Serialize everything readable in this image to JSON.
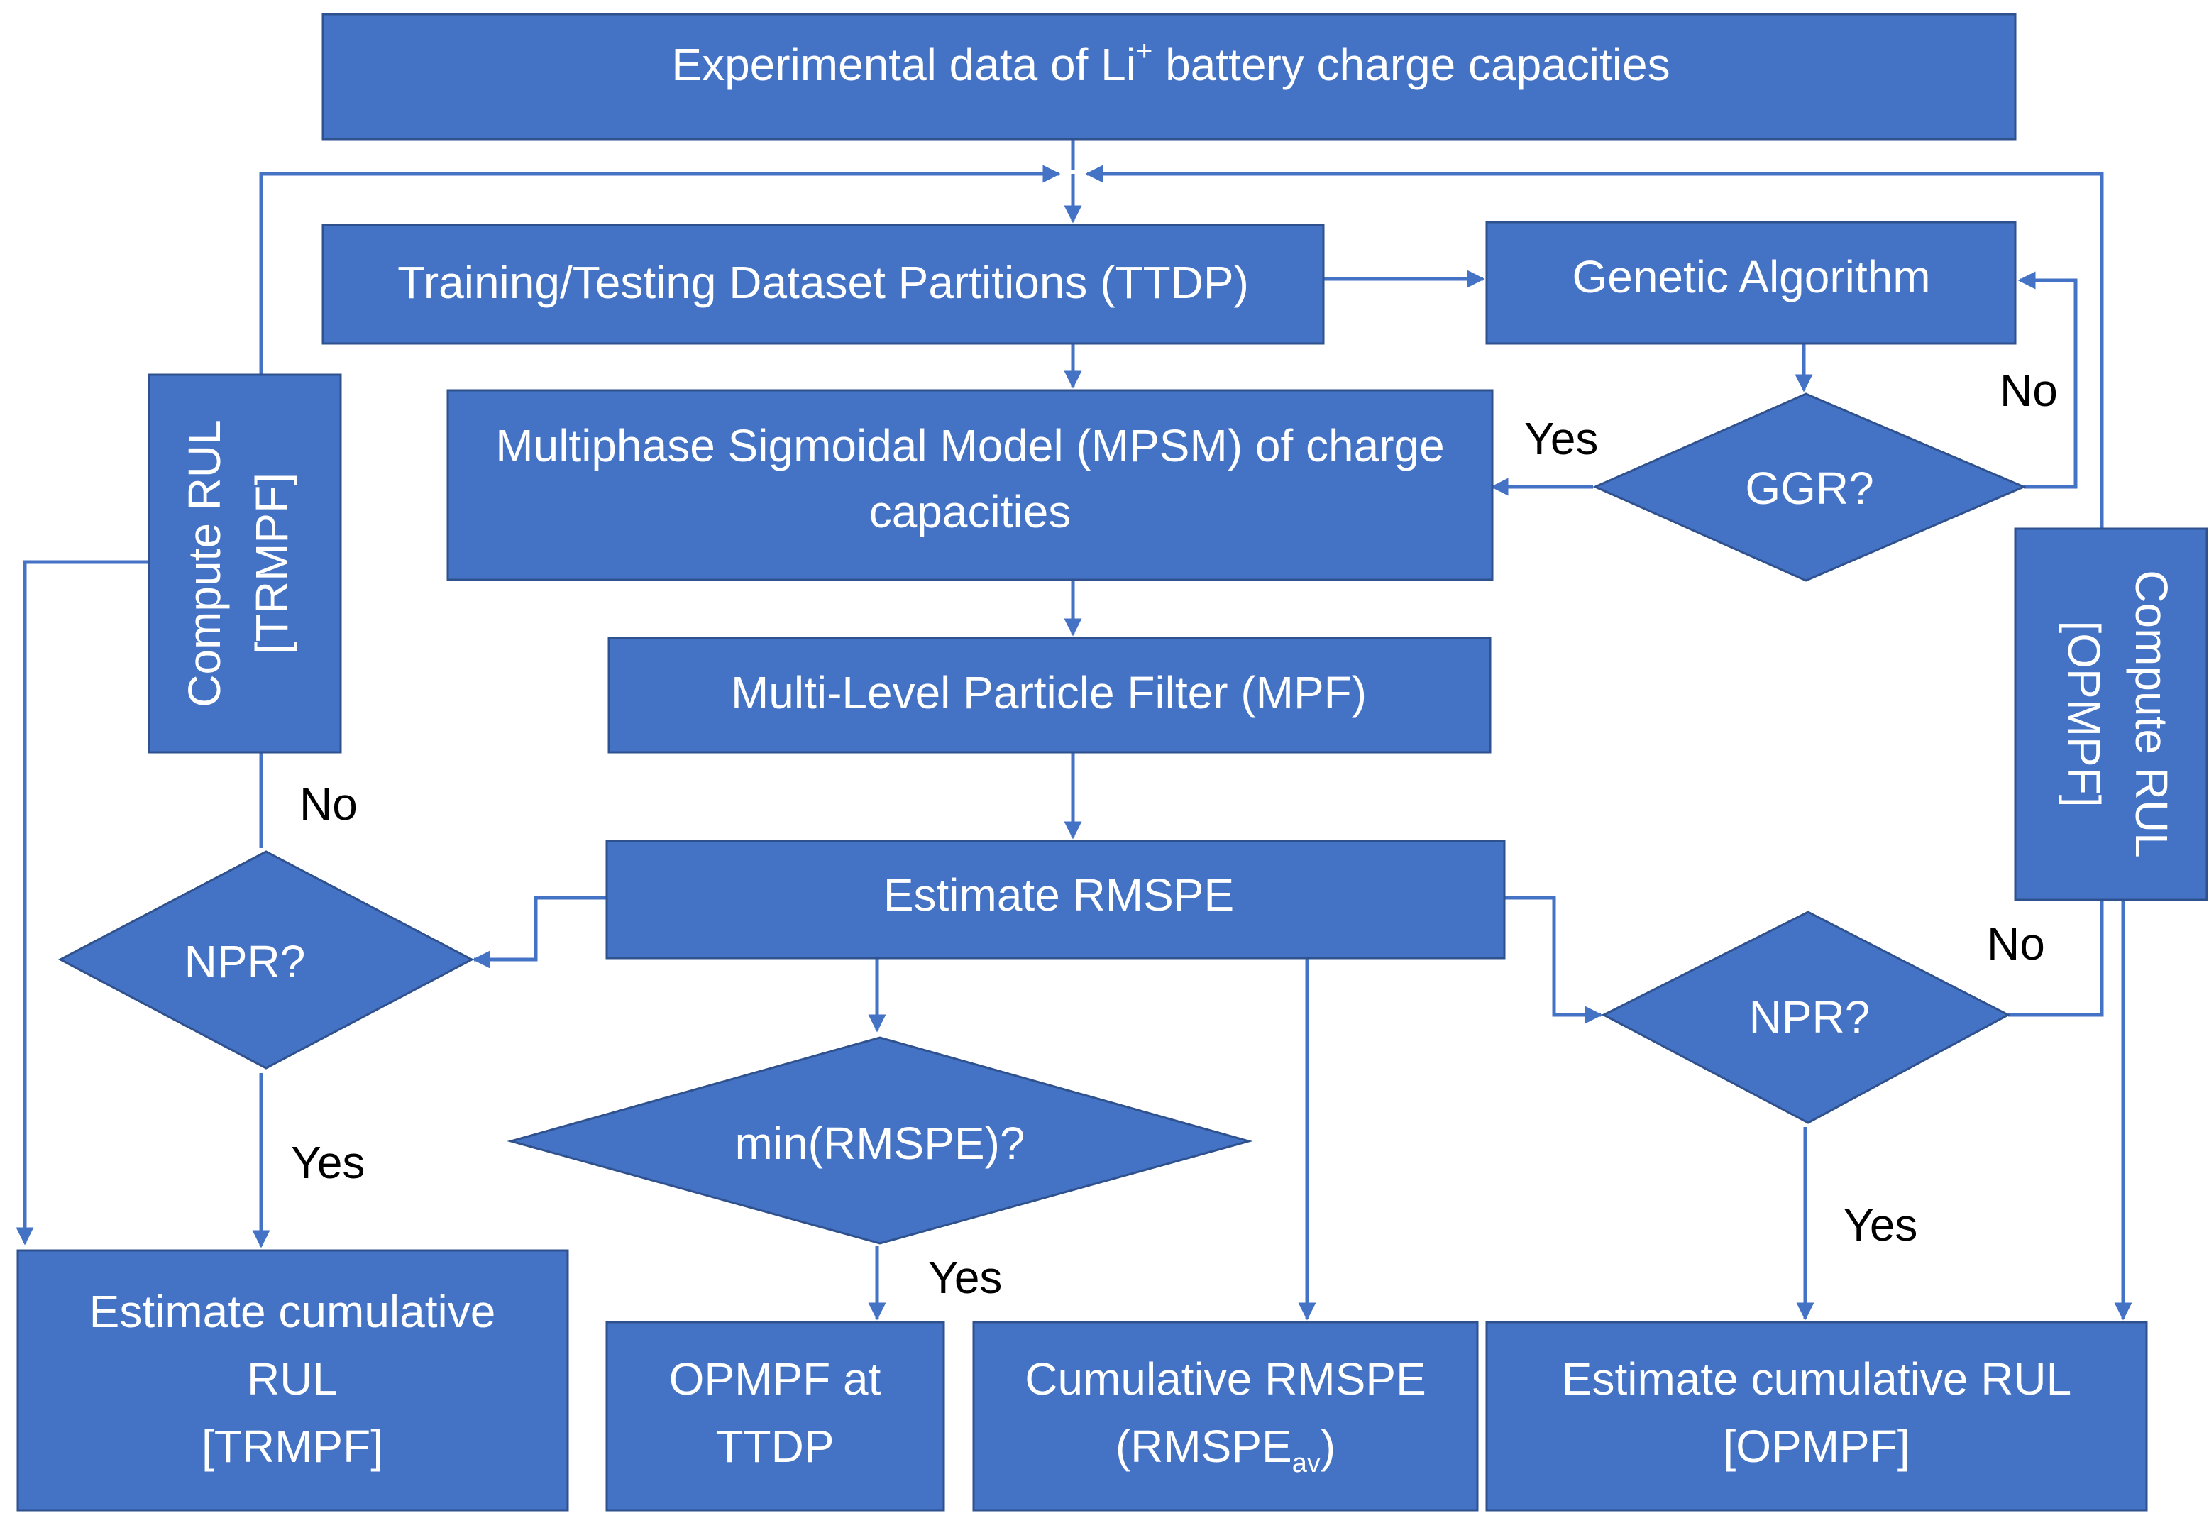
{
  "nodes": {
    "experimental_data": {
      "line1": "Experimental data of Li",
      "sup": "+",
      "line1_rest": " battery charge capacities"
    },
    "ttdp": {
      "text": "Training/Testing Dataset Partitions (TTDP)"
    },
    "genetic_algorithm": {
      "text": "Genetic Algorithm"
    },
    "mpsm": {
      "line1": "Multiphase Sigmoidal Model (MPSM) of charge",
      "line2": "capacities"
    },
    "ggr": {
      "text": "GGR?"
    },
    "mpf": {
      "text": "Multi-Level Particle Filter (MPF)"
    },
    "estimate_rmspe": {
      "text": "Estimate RMSPE"
    },
    "compute_rul_trmpf": {
      "line1": "Compute RUL",
      "line2": "[TRMPF]"
    },
    "compute_rul_opmpf": {
      "line1": "Compute RUL",
      "line2": "[OPMPF]"
    },
    "npr_left": {
      "text": "NPR?"
    },
    "npr_right": {
      "text": "NPR?"
    },
    "min_rmspe": {
      "text": "min(RMSPE)?"
    },
    "estimate_cum_trmpf": {
      "line1": "Estimate cumulative",
      "line2": "RUL",
      "line3": "[TRMPF]"
    },
    "opmpf_ttdp": {
      "line1": "OPMPF at",
      "line2": "TTDP"
    },
    "cumulative_rmspe": {
      "line1": "Cumulative RMSPE",
      "line2a": "(RMSPE",
      "line2sub": "av",
      "line2b": ")"
    },
    "estimate_cum_opmpf": {
      "line1": "Estimate cumulative RUL",
      "line2": "[OPMPF]"
    }
  },
  "labels": {
    "ggr_yes": "Yes",
    "ggr_no": "No",
    "npr_left_no": "No",
    "npr_left_yes": "Yes",
    "min_yes": "Yes",
    "npr_right_no": "No",
    "npr_right_yes": "Yes"
  },
  "colors": {
    "box_fill": "#4472C4",
    "box_stroke": "#2F528F",
    "connector": "#4472C4",
    "text": "#FFFFFF",
    "label": "#000000"
  }
}
